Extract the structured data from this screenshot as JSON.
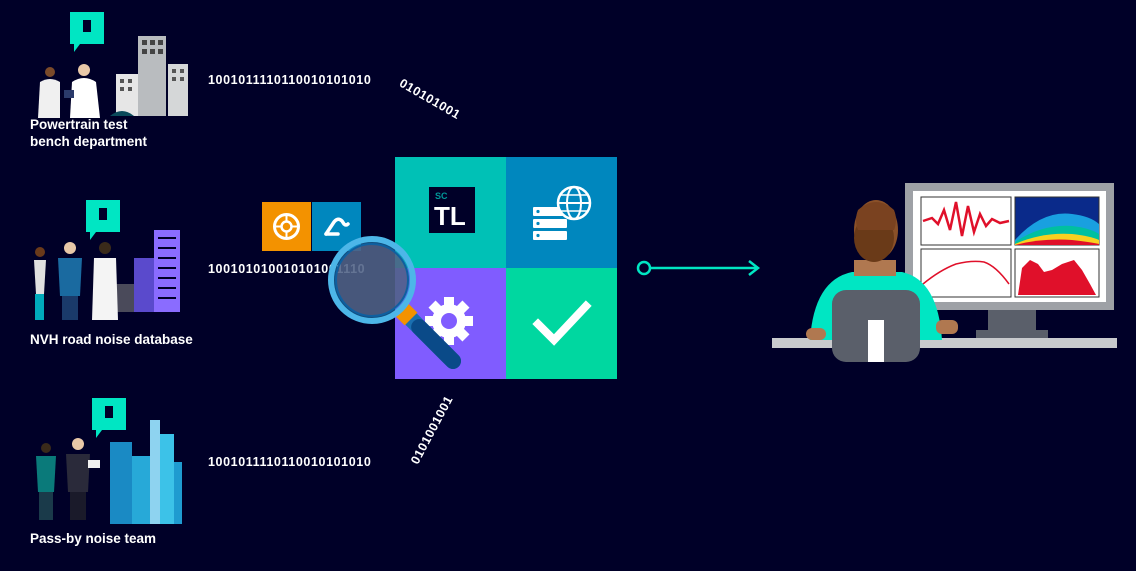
{
  "sources": [
    {
      "label_line1": "Powertrain test",
      "label_line2": "bench department"
    },
    {
      "label_line1": "NVH road noise database",
      "label_line2": ""
    },
    {
      "label_line1": "Pass-by noise team",
      "label_line2": ""
    }
  ],
  "binary_streams": {
    "top": "1001011110110010101010",
    "top_curve": "010101001",
    "middle": "100101010010101001110",
    "bottom": "1001011110110010101010",
    "bottom_curve": "0101001001"
  },
  "platform": {
    "logo_prefix": "SC",
    "logo_main": "TL"
  },
  "colors": {
    "background": "#000028",
    "teal": "#00C1B6",
    "blue": "#0087BE",
    "purple": "#805CFF",
    "green": "#00D7A0",
    "orange": "#F39200",
    "arrow": "#00E6C3"
  },
  "icons": [
    "document-icon",
    "tire-icon",
    "race-track-icon",
    "server-globe-icon",
    "gear-icon",
    "checkmark-icon",
    "magnifier-icon",
    "monitor-icon"
  ]
}
